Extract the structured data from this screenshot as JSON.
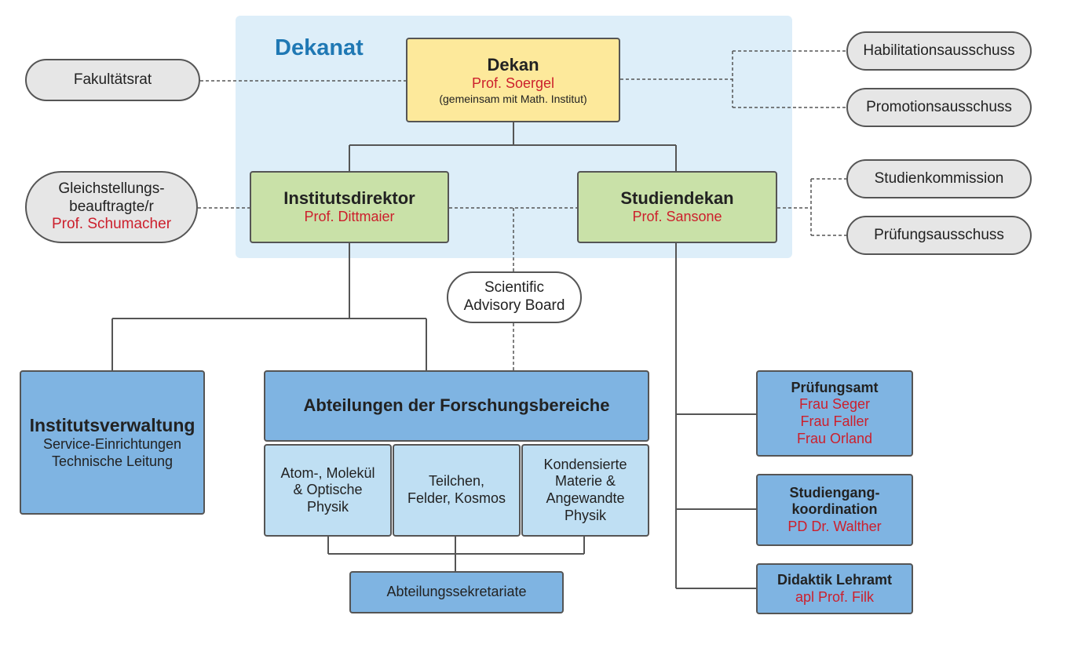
{
  "dekanat_label": "Dekanat",
  "dekan": {
    "title": "Dekan",
    "name": "Prof. Soergel",
    "note": "(gemeinsam mit Math. Institut)"
  },
  "institutsdirektor": {
    "title": "Institutsdirektor",
    "name": "Prof. Dittmaier"
  },
  "studiendekan": {
    "title": "Studiendekan",
    "name": "Prof. Sansone"
  },
  "fakultaetsrat": "Fakultätsrat",
  "gleichstellung": {
    "line1": "Gleichstellungs-",
    "line2": "beauftragte/r",
    "name": "Prof. Schumacher"
  },
  "habilitation": "Habilitationsausschuss",
  "promotion": "Promotionsausschuss",
  "studienkommission": "Studienkommission",
  "pruefungsausschuss": "Prüfungsausschuss",
  "advisory_board": {
    "line1": "Scientific",
    "line2": "Advisory Board"
  },
  "institutsverwaltung": {
    "title": "Institutsverwaltung",
    "line1": "Service-Einrichtungen",
    "line2": "Technische Leitung"
  },
  "abteilungen": {
    "title": "Abteilungen der Forschungsbereiche",
    "dept1": [
      "Atom-, Molekül",
      "& Optische",
      "Physik"
    ],
    "dept2": [
      "Teilchen,",
      "Felder, Kosmos"
    ],
    "dept3": [
      "Kondensierte",
      "Materie &",
      "Angewandte",
      "Physik"
    ]
  },
  "sekretariate": "Abteilungssekretariate",
  "pruefungsamt": {
    "title": "Prüfungsamt",
    "names": [
      "Frau Seger",
      "Frau Faller",
      "Frau Orland"
    ]
  },
  "studiengang": {
    "line1": "Studiengang-",
    "line2": "koordination",
    "name": "PD Dr. Walther"
  },
  "didaktik": {
    "title": "Didaktik Lehramt",
    "name": "apl Prof. Filk"
  },
  "colors": {
    "yellow": "#fde99b",
    "green": "#c9e1a8",
    "blue": "#7fb4e2",
    "light_blue": "#bfdff3",
    "panel": "#ddeef9",
    "accent": "#1f78b4",
    "red": "#cc1f2c"
  }
}
